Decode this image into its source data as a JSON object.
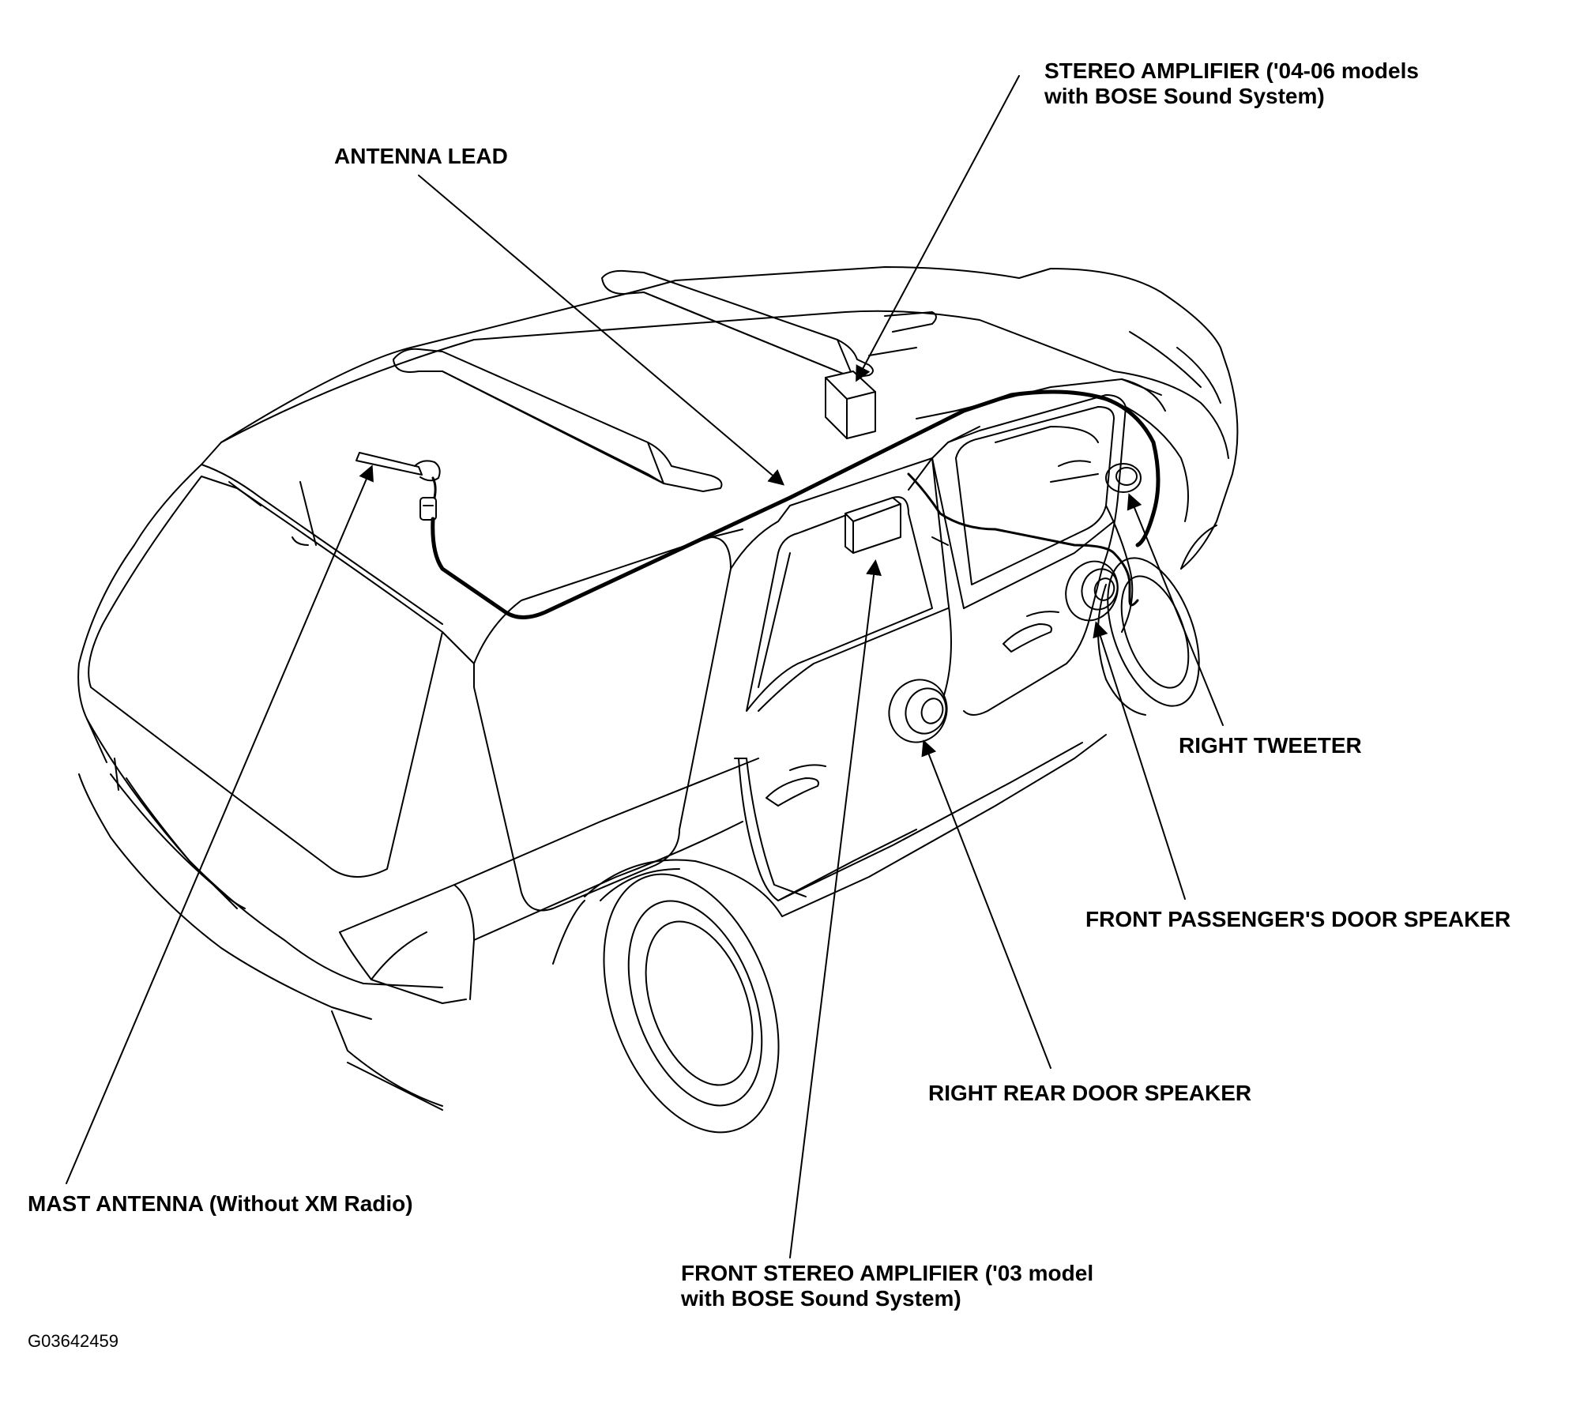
{
  "labels": {
    "stereo_amp": {
      "line1": "STEREO AMPLIFIER ('04-06 models",
      "line2": "with BOSE Sound System)"
    },
    "antenna_lead": "ANTENNA LEAD",
    "right_tweeter": "RIGHT TWEETER",
    "front_passenger_speaker": "FRONT PASSENGER'S DOOR SPEAKER",
    "right_rear_speaker": "RIGHT REAR DOOR SPEAKER",
    "mast_antenna": "MAST ANTENNA (Without XM Radio)",
    "front_stereo_amp": {
      "line1": "FRONT STEREO AMPLIFIER ('03 model",
      "line2": "with BOSE Sound System)"
    }
  },
  "figure_id": "G03642459",
  "colors": {
    "line": "#000000",
    "background": "#ffffff"
  }
}
